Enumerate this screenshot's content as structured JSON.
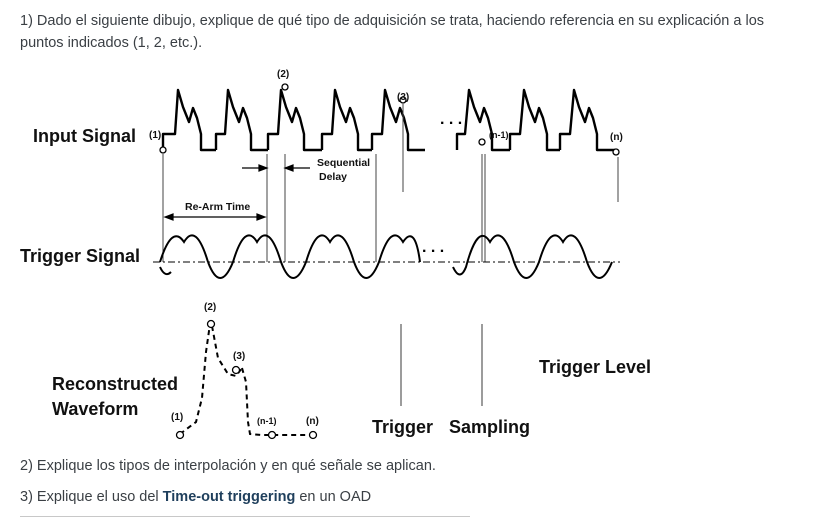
{
  "question1": {
    "text": "1) Dado el siguiente dibujo, explique de qué tipo de adquisición se trata, haciendo referencia en su explicación a los puntos indicados (1, 2, etc.)."
  },
  "figure": {
    "input_signal_label": "Input Signal",
    "trigger_signal_label": "Trigger Signal",
    "reconstructed_label_line1": "Reconstructed",
    "reconstructed_label_line2": "Waveform",
    "trigger_level_label": "Trigger Level",
    "trigger_label": "Trigger",
    "sampling_label": "Sampling",
    "rearm_label": "Re-Arm Time",
    "seq_delay_line1": "Sequential",
    "seq_delay_line2": "Delay",
    "dots": ". . .",
    "point_labels": {
      "p1": "(1)",
      "p2": "(2)",
      "p3": "(3)",
      "pn1": "(n-1)",
      "pn": "(n)"
    }
  },
  "question2": {
    "text": "2) Explique los tipos de interpolación y en qué señale se aplican."
  },
  "question3": {
    "prefix": "3) Explique el uso del ",
    "bold": "Time-out triggering",
    "suffix": " en un OAD"
  }
}
